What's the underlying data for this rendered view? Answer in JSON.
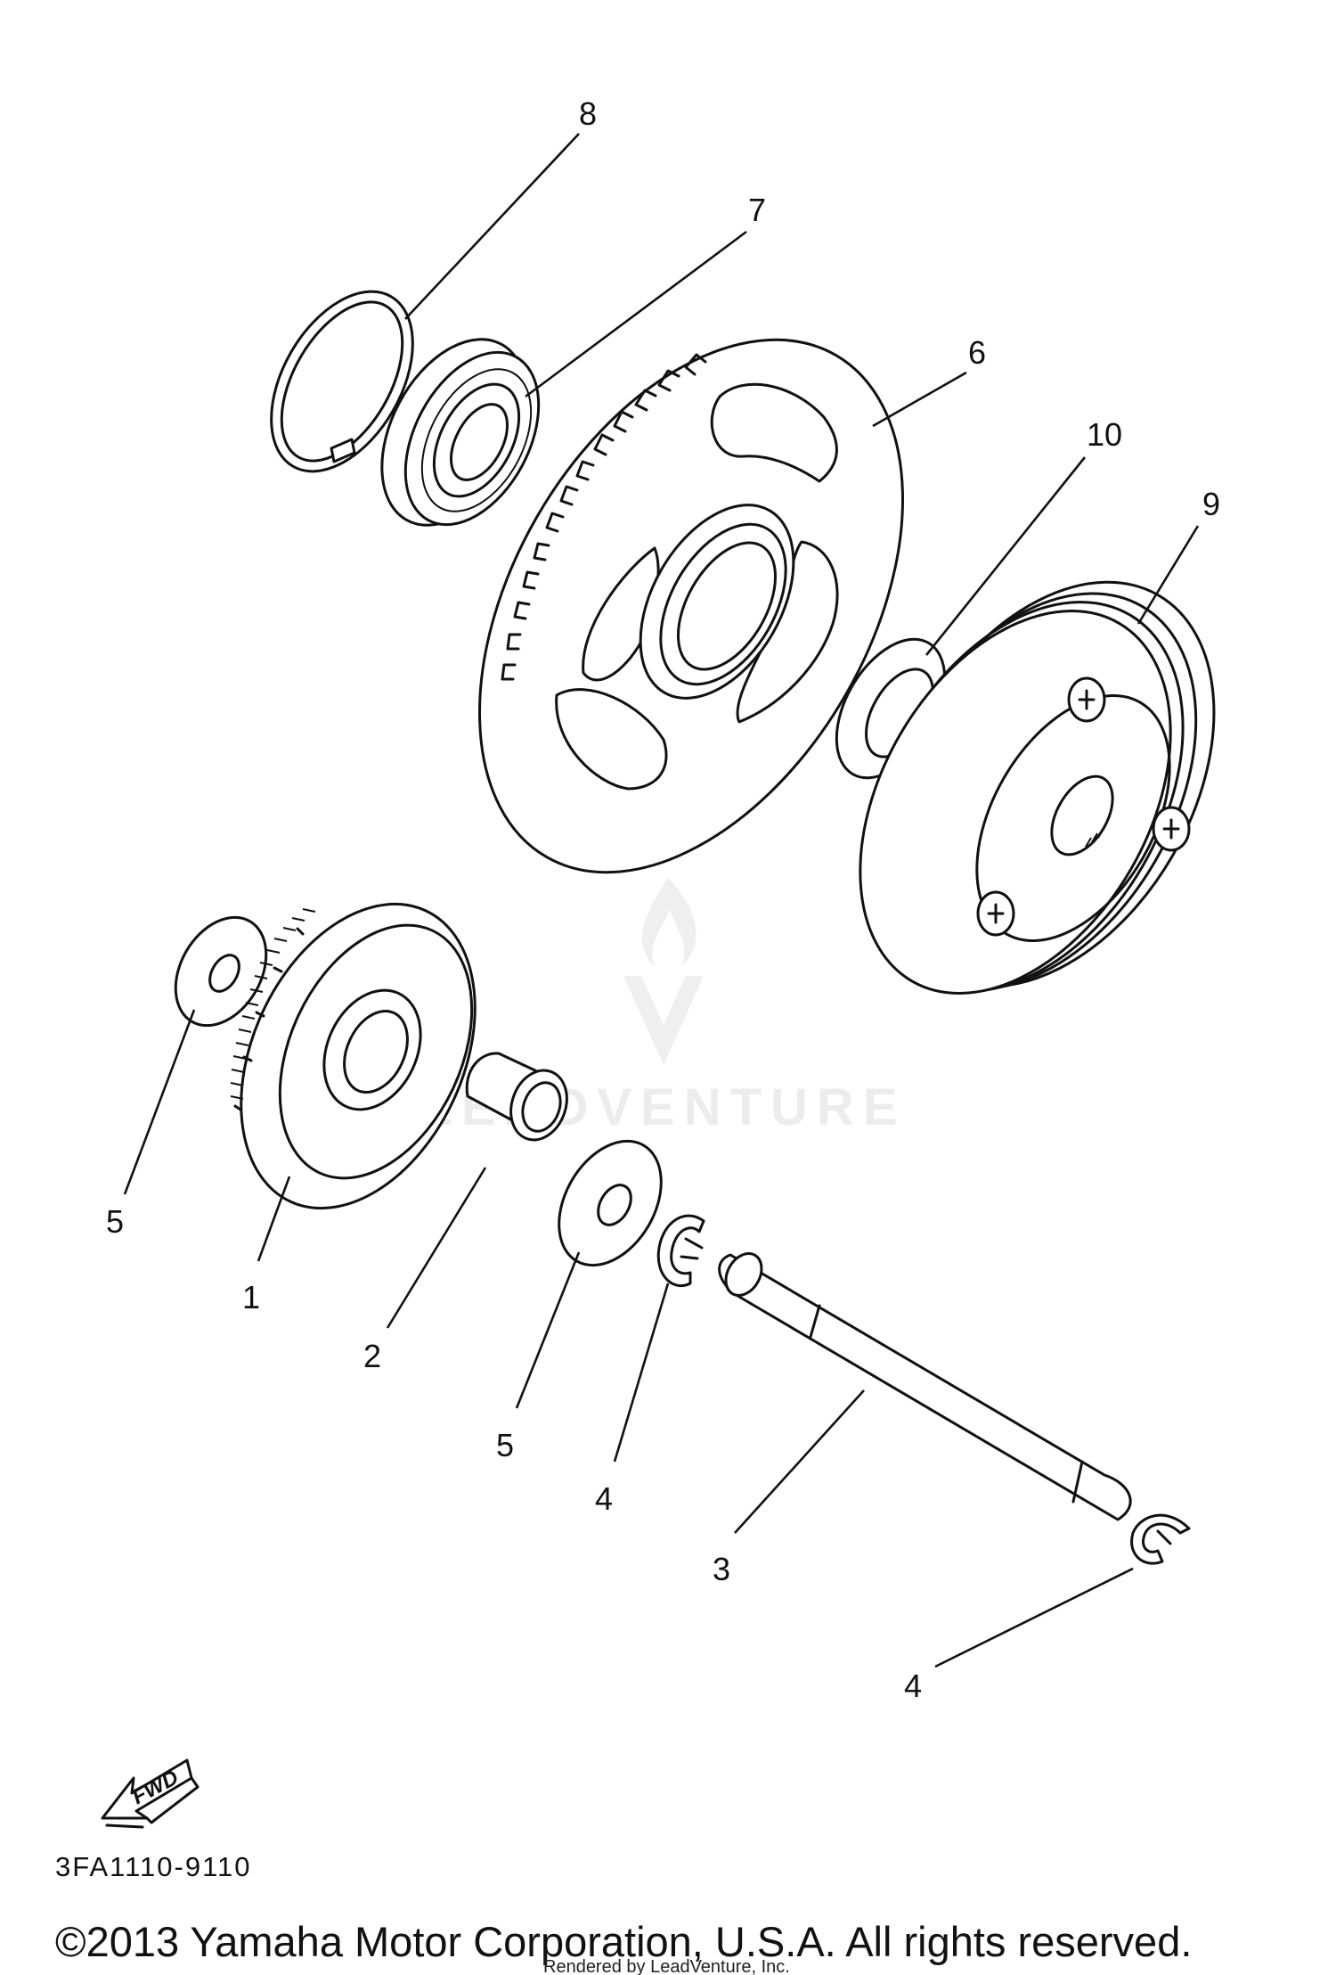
{
  "diagram": {
    "part_code": "3FA1110-9110",
    "fwd_label": "FWD",
    "callouts": [
      "8",
      "7",
      "6",
      "10",
      "9",
      "5",
      "1",
      "2",
      "5",
      "4",
      "3",
      "4"
    ],
    "watermark": "LEADVENTURE",
    "copyright": "©2013 Yamaha Motor Corporation, U.S.A. All rights reserved.",
    "rendered_by": "Rendered by LeadVenture, Inc."
  }
}
